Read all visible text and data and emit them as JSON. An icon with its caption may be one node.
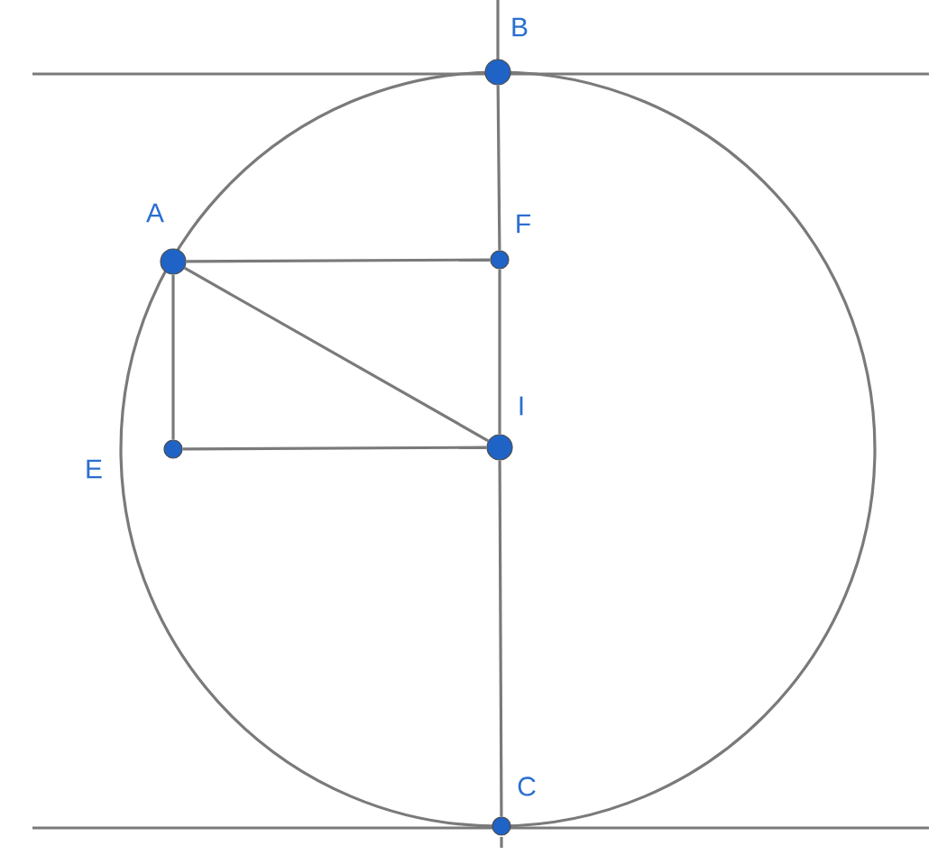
{
  "diagram": {
    "nodes": [
      {
        "text": [],
        "shape": "circle",
        "beside": [
          "B"
        ]
      },
      {
        "text": [],
        "shape": "circle",
        "beside": [
          "A"
        ]
      },
      {
        "text": [],
        "shape": "circle",
        "beside": [
          "F"
        ]
      },
      {
        "text": [],
        "shape": "circle",
        "beside": [
          "E"
        ]
      },
      {
        "text": [],
        "shape": "circle",
        "beside": [
          "I"
        ]
      },
      {
        "text": [],
        "shape": "circle",
        "beside": [
          "C"
        ]
      }
    ],
    "edges": [
      {
        "from": 0,
        "to": 2,
        "arrow": "none"
      },
      {
        "from": 2,
        "to": 4,
        "arrow": "none"
      },
      {
        "from": 4,
        "to": 5,
        "arrow": "none"
      },
      {
        "from": 1,
        "to": 2,
        "arrow": "none"
      },
      {
        "from": 1,
        "to": 4,
        "arrow": "none"
      },
      {
        "from": 1,
        "to": 3,
        "arrow": "none"
      },
      {
        "from": 3,
        "to": 4,
        "arrow": "none"
      }
    ]
  }
}
